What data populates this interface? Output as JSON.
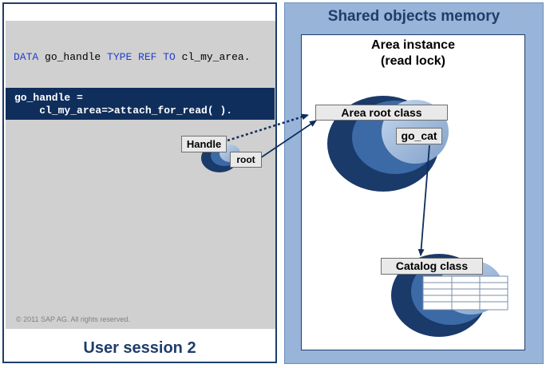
{
  "session": {
    "title": "User session 2",
    "copyright": "© 2011 SAP AG. All rights reserved.",
    "code_decl": {
      "kw1": "DATA",
      "var": " go_handle ",
      "kw2": "TYPE REF TO",
      "type": " cl_my_area."
    },
    "code_attach": {
      "line1": "go_handle =",
      "line2": "    cl_my_area=>attach_for_read( )."
    },
    "handle_label": "Handle",
    "root_label": "root"
  },
  "shared": {
    "title": "Shared objects memory",
    "instance_title_line1": "Area instance",
    "instance_title_line2": "(read lock)",
    "root_class_label": "Area root class",
    "go_cat_label": "go_cat",
    "catalog_label": "Catalog class"
  },
  "colors": {
    "dark_navy": "#1f3d6b",
    "code_bg": "#0f2e5c",
    "shared_bg": "#98b4d8",
    "session_gray": "#d0d0d0"
  }
}
